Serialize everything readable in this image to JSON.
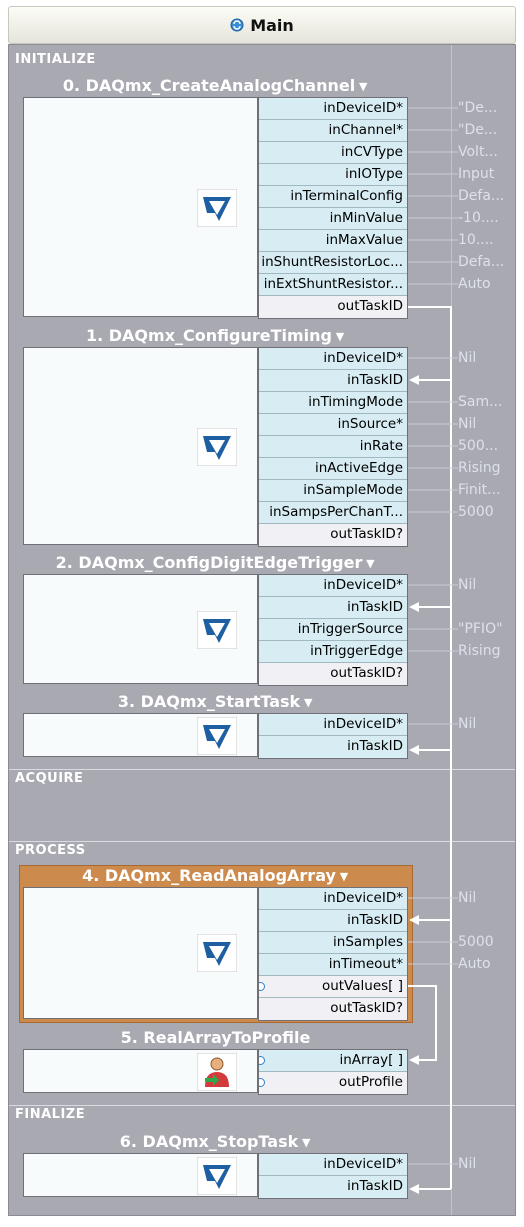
{
  "title": "Main",
  "title_icon": "refresh-icon",
  "colors": {
    "canvas": "#a9a9b1",
    "port_in": "#d7edf3",
    "port_out": "#f1f1f5",
    "selected": "#cc8a4c",
    "value_text": "#dde1ec"
  },
  "sections": [
    {
      "label": "INITIALIZE"
    },
    {
      "label": "ACQUIRE"
    },
    {
      "label": "PROCESS"
    },
    {
      "label": "FINALIZE"
    }
  ],
  "blocks": [
    {
      "title": "0. DAQmx_CreateAnalogChannel",
      "icon": "ni-logo-icon",
      "ports": [
        {
          "label": "inDeviceID*",
          "value": "\"De..."
        },
        {
          "label": "inChannel*",
          "value": "\"De..."
        },
        {
          "label": "inCVType",
          "value": "Volt..."
        },
        {
          "label": "inIOType",
          "value": "Input"
        },
        {
          "label": "inTerminalConfig",
          "value": "Defa..."
        },
        {
          "label": "inMinValue",
          "value": "-10...."
        },
        {
          "label": "inMaxValue",
          "value": "10...."
        },
        {
          "label": "inShuntResistorLoc...",
          "value": "Defa..."
        },
        {
          "label": "inExtShuntResistor...",
          "value": "Auto"
        },
        {
          "label": "outTaskID",
          "value": ""
        }
      ]
    },
    {
      "title": "1. DAQmx_ConfigureTiming",
      "icon": "ni-logo-icon",
      "ports": [
        {
          "label": "inDeviceID*",
          "value": "Nil"
        },
        {
          "label": "inTaskID",
          "value": ""
        },
        {
          "label": "inTimingMode",
          "value": "Sam..."
        },
        {
          "label": "inSource*",
          "value": "Nil"
        },
        {
          "label": "inRate",
          "value": "500..."
        },
        {
          "label": "inActiveEdge",
          "value": "Rising"
        },
        {
          "label": "inSampleMode",
          "value": "Finit..."
        },
        {
          "label": "inSampsPerChanT...",
          "value": "5000"
        },
        {
          "label": "outTaskID?",
          "value": ""
        }
      ]
    },
    {
      "title": "2. DAQmx_ConfigDigitEdgeTrigger",
      "icon": "ni-logo-icon",
      "ports": [
        {
          "label": "inDeviceID*",
          "value": "Nil"
        },
        {
          "label": "inTaskID",
          "value": ""
        },
        {
          "label": "inTriggerSource",
          "value": "\"PFIO\""
        },
        {
          "label": "inTriggerEdge",
          "value": "Rising"
        },
        {
          "label": "outTaskID?",
          "value": ""
        }
      ]
    },
    {
      "title": "3. DAQmx_StartTask",
      "icon": "ni-logo-icon",
      "ports": [
        {
          "label": "inDeviceID*",
          "value": "Nil"
        },
        {
          "label": "inTaskID",
          "value": ""
        }
      ]
    },
    {
      "title": "4. DAQmx_ReadAnalogArray",
      "icon": "ni-logo-icon",
      "selected": true,
      "ports": [
        {
          "label": "inDeviceID*",
          "value": "Nil"
        },
        {
          "label": "inTaskID",
          "value": ""
        },
        {
          "label": "inSamples",
          "value": "5000"
        },
        {
          "label": "inTimeout*",
          "value": "Auto"
        },
        {
          "label": "outValues[ ]",
          "value": ""
        },
        {
          "label": "outTaskID?",
          "value": ""
        }
      ]
    },
    {
      "title": "5. RealArrayToProfile",
      "icon": "user-convert-icon",
      "ports": [
        {
          "label": "inArray[ ]",
          "value": ""
        },
        {
          "label": "outProfile",
          "value": ""
        }
      ]
    },
    {
      "title": "6. DAQmx_StopTask",
      "icon": "ni-logo-icon",
      "ports": [
        {
          "label": "inDeviceID*",
          "value": "Nil"
        },
        {
          "label": "inTaskID",
          "value": ""
        }
      ]
    }
  ]
}
